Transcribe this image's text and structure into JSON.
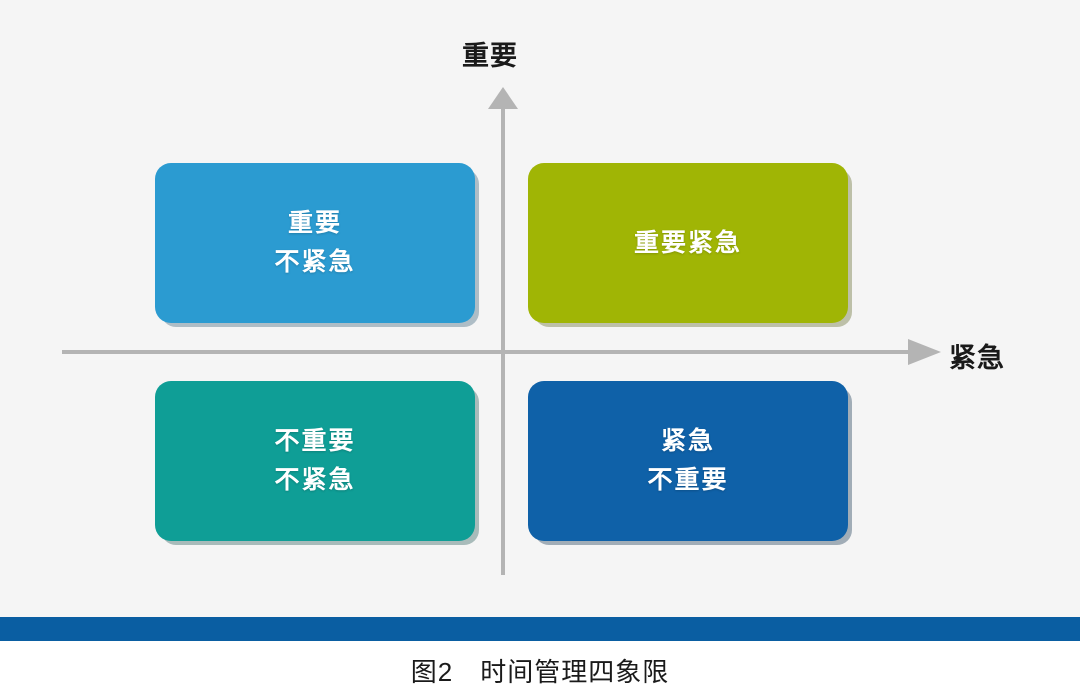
{
  "figure": {
    "background_color": "#f5f5f5",
    "axes": {
      "vertical_label": "重要",
      "horizontal_label": "紧急",
      "axis_color": "#b4b4b4"
    },
    "quadrants": [
      {
        "id": "important-not-urgent",
        "position": "top-left",
        "lines": [
          "重要",
          "不紧急"
        ],
        "color": "#2b9bd1"
      },
      {
        "id": "important-urgent",
        "position": "top-right",
        "lines": [
          "重要紧急"
        ],
        "color": "#a0b505"
      },
      {
        "id": "not-important-not-urgent",
        "position": "bottom-left",
        "lines": [
          "不重要",
          "不紧急"
        ],
        "color": "#0f9e96"
      },
      {
        "id": "urgent-not-important",
        "position": "bottom-right",
        "lines": [
          "紧急",
          "不重要"
        ],
        "color": "#0f61a8"
      }
    ]
  },
  "divider": {
    "color": "#0a5ea2"
  },
  "caption": {
    "label": "图2",
    "title": "时间管理四象限",
    "full": "图2　时间管理四象限"
  }
}
